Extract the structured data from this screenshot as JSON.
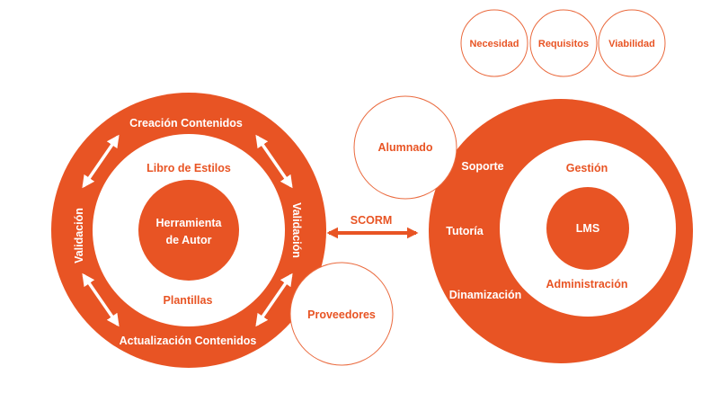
{
  "colors": {
    "accent": "#e85424",
    "background": "#ffffff",
    "outline": "#ea6a3e"
  },
  "top_bubbles": {
    "necesidad": "Necesidad",
    "requisitos": "Requisitos",
    "viabilidad": "Viabilidad"
  },
  "left_cycle": {
    "top": "Creación Contenidos",
    "bottom": "Actualización Contenidos",
    "left": "Validación",
    "right": "Validación",
    "inner_top": "Libro de Estilos",
    "inner_bottom": "Plantillas",
    "center_line1": "Herramienta",
    "center_line2": "de Autor"
  },
  "connector": {
    "label": "SCORM"
  },
  "right_cycle": {
    "center": "LMS",
    "gestion": "Gestión",
    "administracion": "Administración",
    "soporte": "Soporte",
    "tutoria": "Tutoría",
    "dinamizacion": "Dinamización"
  },
  "satellites": {
    "alumnado": "Alumnado",
    "proveedores": "Proveedores"
  }
}
